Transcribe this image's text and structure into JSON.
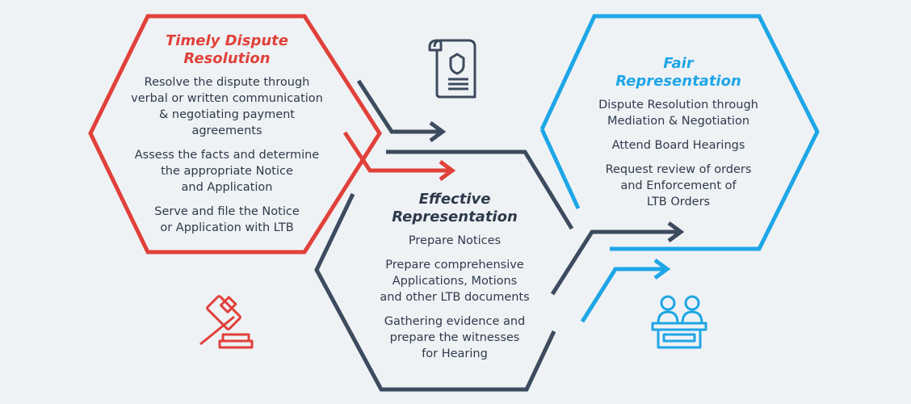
{
  "colors": {
    "red": "#e0413a",
    "dark": "#3d4b5e",
    "blue": "#1ea6e6",
    "background": "#eff2f5"
  },
  "timely": {
    "title": "Timely Dispute\nResolution",
    "items": [
      "Resolve the dispute through\nverbal or written communication\n& negotiating payment\nagreements",
      "Assess the facts and determine\nthe appropriate Notice\nand Application",
      "Serve and file the Notice\nor Application with LTB"
    ]
  },
  "effective": {
    "title": "Effective\nRepresentation",
    "items": [
      "Prepare Notices",
      "Prepare comprehensive\nApplications, Motions\nand other LTB documents",
      "Gathering evidence and\nprepare the witnesses\nfor Hearing"
    ]
  },
  "fair": {
    "title": "Fair\nRepresentation",
    "items": [
      "Dispute Resolution through\nMediation & Negotiation",
      "Attend Board Hearings",
      "Request review of orders\nand Enforcement of\nLTB Orders"
    ]
  },
  "icons": [
    "document-shield-icon",
    "gavel-icon",
    "tribunal-panel-icon"
  ]
}
